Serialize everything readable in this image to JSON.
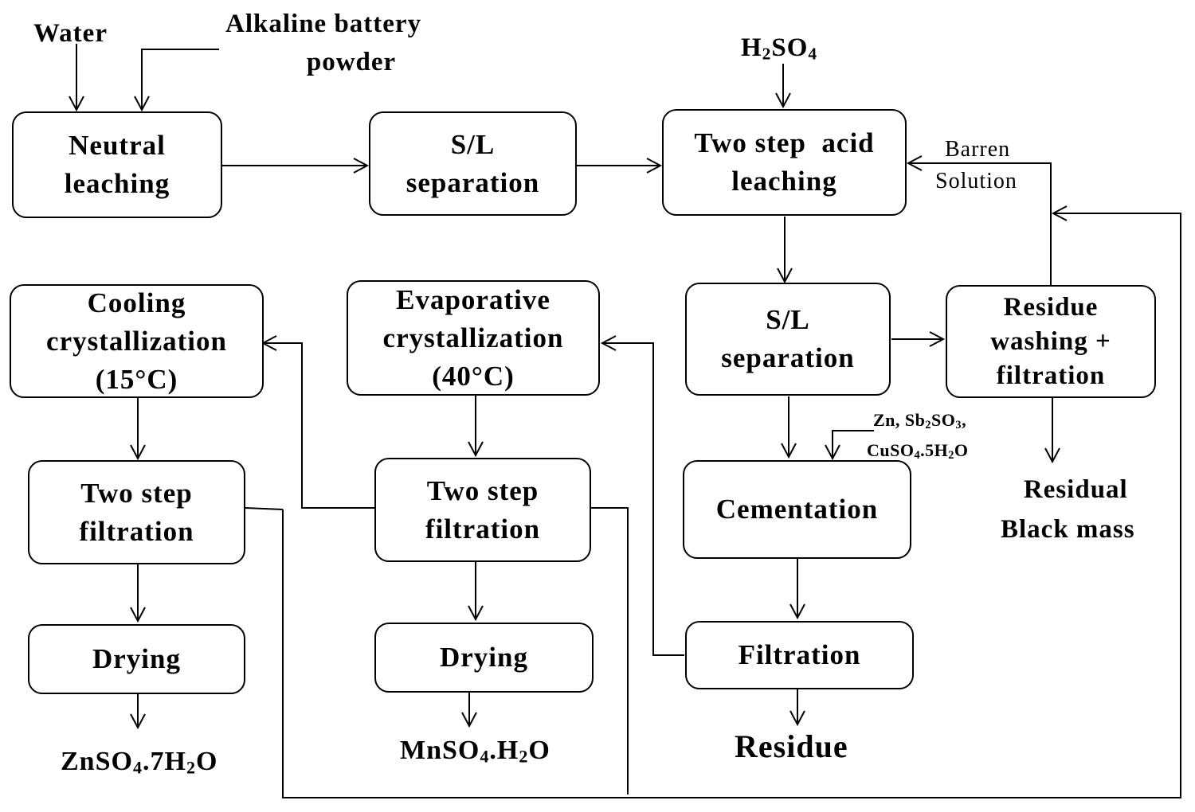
{
  "inputs": {
    "water": "Water",
    "alkaline_line1": "Alkaline battery",
    "alkaline_line2": "powder",
    "acid_main": "H",
    "acid_sub1": "2",
    "acid_mid": "SO",
    "acid_sub2": "4"
  },
  "boxes": {
    "neutral_leaching": [
      "Neutral",
      "leaching"
    ],
    "sl_separation_1": [
      "S/L",
      "separation"
    ],
    "two_step_acid_leaching": [
      "Two step  acid",
      "leaching"
    ],
    "sl_separation_2": [
      "S/L",
      "separation"
    ],
    "residue_washing": [
      "Residue",
      "washing +",
      "filtration"
    ],
    "cooling_crystallization": [
      "Cooling",
      "crystallization",
      "(15°C)"
    ],
    "evaporative_crystallization": [
      "Evaporative",
      "crystallization",
      "(40°C)"
    ],
    "cementation": [
      "Cementation"
    ],
    "two_step_filtration_left": [
      "Two step",
      "filtration"
    ],
    "two_step_filtration_mid": [
      "Two step",
      "filtration"
    ],
    "filtration": [
      "Filtration"
    ],
    "drying_left": [
      "Drying"
    ],
    "drying_mid": [
      "Drying"
    ]
  },
  "labels": {
    "barren_line1": "Barren",
    "barren_line2": "Solution",
    "cement_reagents_line1": "Zn, Sb",
    "cement_reagents_sub1": "2",
    "cement_reagents_mid1": "SO",
    "cement_reagents_sub2": "3",
    "cement_reagents_end1": ",",
    "cement_reagents_line2a": "CuSO",
    "cement_reagents_sub3": "4",
    "cement_reagents_line2b": ".5H",
    "cement_reagents_sub4": "2",
    "cement_reagents_line2c": "O",
    "residual_line1": "Residual",
    "residual_line2": "Black mass",
    "residue": "Residue"
  },
  "products": {
    "zinc_a": "ZnSO",
    "zinc_s1": "4",
    "zinc_b": ".7H",
    "zinc_s2": "2",
    "zinc_c": "O",
    "mn_a": "MnSO",
    "mn_s1": "4",
    "mn_b": ".H",
    "mn_s2": "2",
    "mn_c": "O"
  }
}
